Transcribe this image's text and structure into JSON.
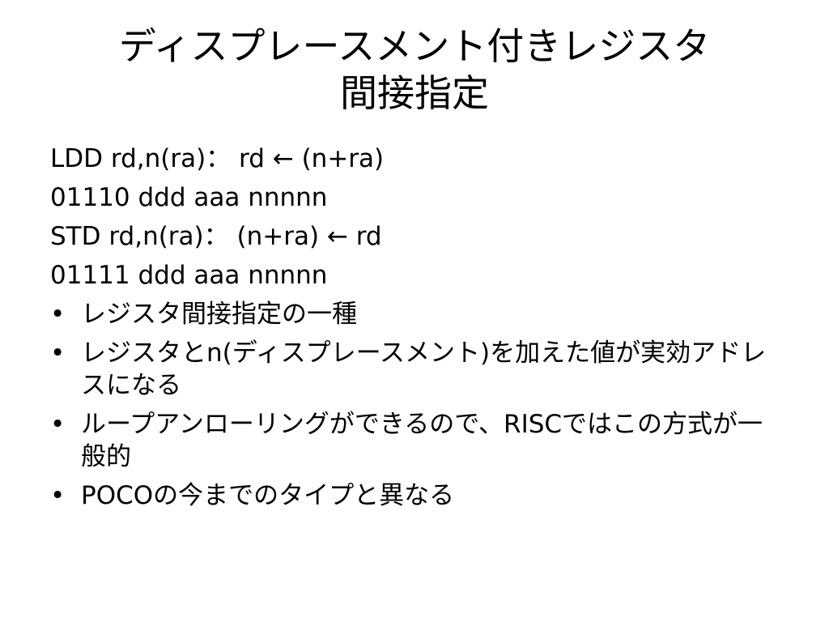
{
  "slide": {
    "title_line1": "ディスプレースメント付きレジスタ",
    "title_line2": "間接指定",
    "lines": [
      "LDD  rd,n(ra)：  rd ←  (n+ra)",
      "01110 ddd aaa nnnnn",
      "STD rd,n(ra)：  (n+ra) ← rd",
      "01111 ddd aaa nnnnn"
    ],
    "bullet_char": "•",
    "bullets": [
      "レジスタ間接指定の一種",
      "レジスタとn(ディスプレースメント)を加えた値が実効アドレスになる",
      "ループアンローリングができるので、RISCではこの方式が一般的",
      "POCOの今までのタイプと異なる"
    ]
  }
}
